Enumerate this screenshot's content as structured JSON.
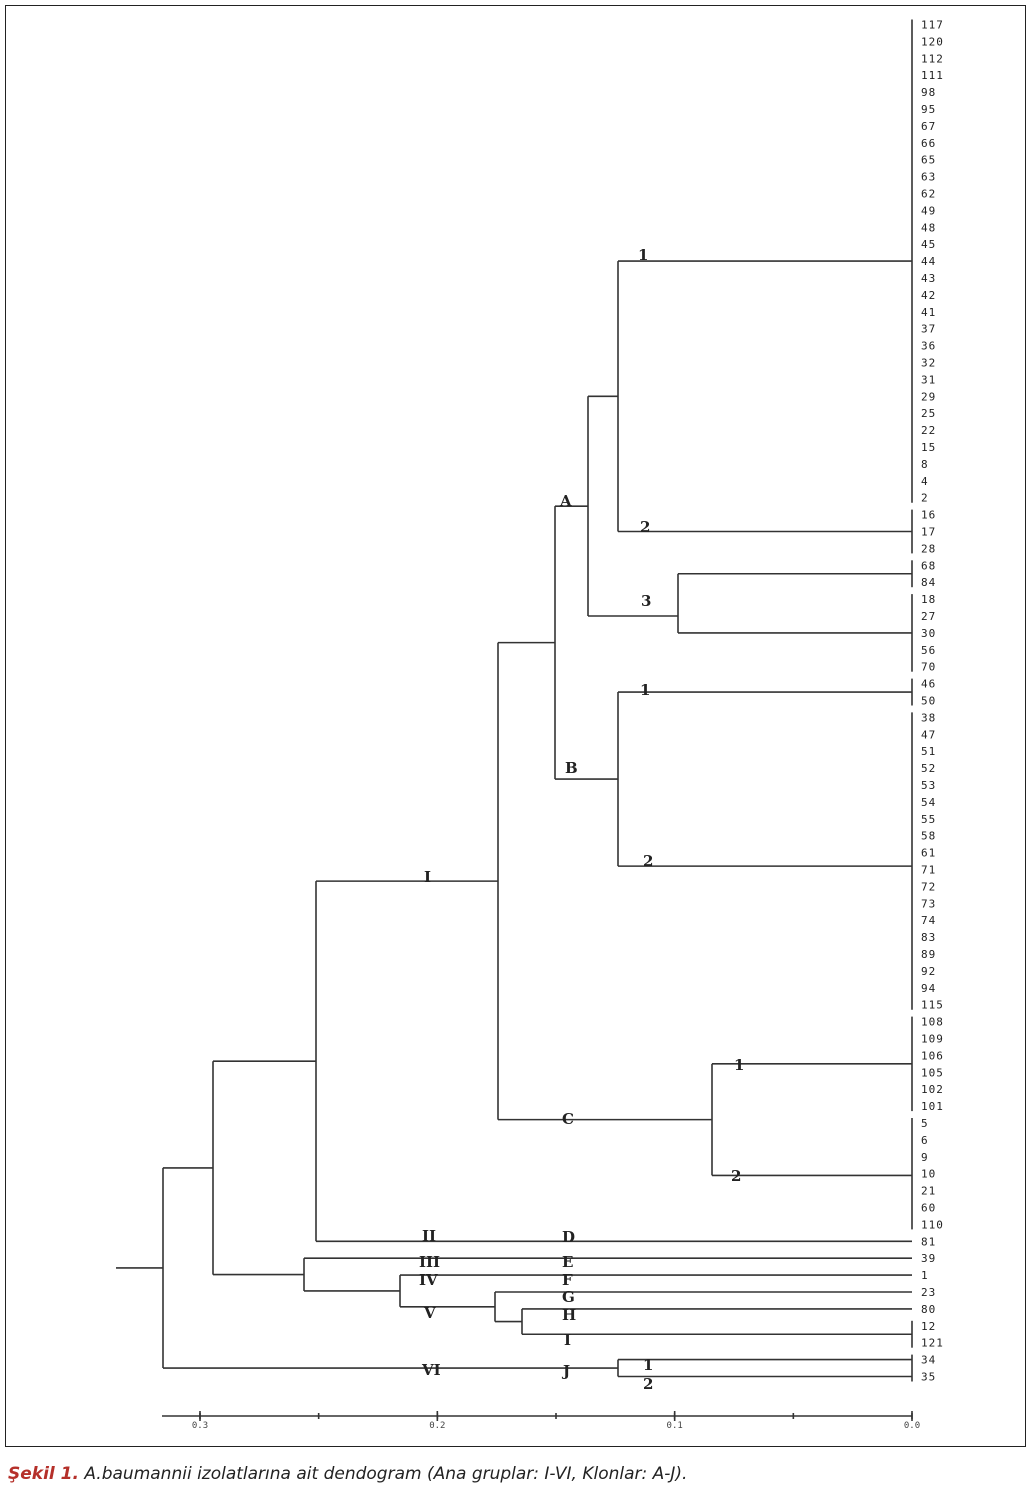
{
  "leaves": [
    "117",
    "120",
    "112",
    "111",
    "98",
    "95",
    "67",
    "66",
    "65",
    "63",
    "62",
    "49",
    "48",
    "45",
    "44",
    "43",
    "42",
    "41",
    "37",
    "36",
    "32",
    "31",
    "29",
    "25",
    "22",
    "15",
    "8",
    "4",
    "2",
    "16",
    "17",
    "28",
    "68",
    "84",
    "18",
    "27",
    "30",
    "56",
    "70",
    "46",
    "50",
    "38",
    "47",
    "51",
    "52",
    "53",
    "54",
    "55",
    "58",
    "61",
    "71",
    "72",
    "73",
    "74",
    "83",
    "89",
    "92",
    "94",
    "115",
    "108",
    "109",
    "106",
    "105",
    "102",
    "101",
    "5",
    "6",
    "9",
    "10",
    "21",
    "60",
    "110",
    "81",
    "39",
    "1",
    "23",
    "80",
    "12",
    "121",
    "34",
    "35"
  ],
  "group_labels": {
    "I": "I",
    "II": "II",
    "III": "III",
    "IV": "IV",
    "V": "V",
    "VI": "VI",
    "A": "A",
    "B": "B",
    "C": "C",
    "D": "D",
    "E": "E",
    "F": "F",
    "G": "G",
    "H": "H",
    "I_clone": "I",
    "J": "J",
    "A1": "1",
    "A2": "2",
    "A3": "3",
    "B1": "1",
    "B2": "2",
    "C1": "1",
    "C2": "2",
    "J1": "1",
    "J2": "2"
  },
  "axis": {
    "direction": "distance decreasing left to right",
    "ticks": [
      {
        "label": "0.3",
        "value": 0.3
      },
      {
        "label": "0.2",
        "value": 0.2
      },
      {
        "label": "0.1",
        "value": 0.1
      },
      {
        "label": "0.0",
        "value": 0.0
      }
    ]
  },
  "caption": {
    "lead": "Şekil 1.",
    "text": " A.baumannii izolatlarına ait dendogram (Ana gruplar: I-VI, Klonlar: A-J)."
  },
  "colors": {
    "line": "#333333",
    "caption_lead": "#b5302a"
  }
}
